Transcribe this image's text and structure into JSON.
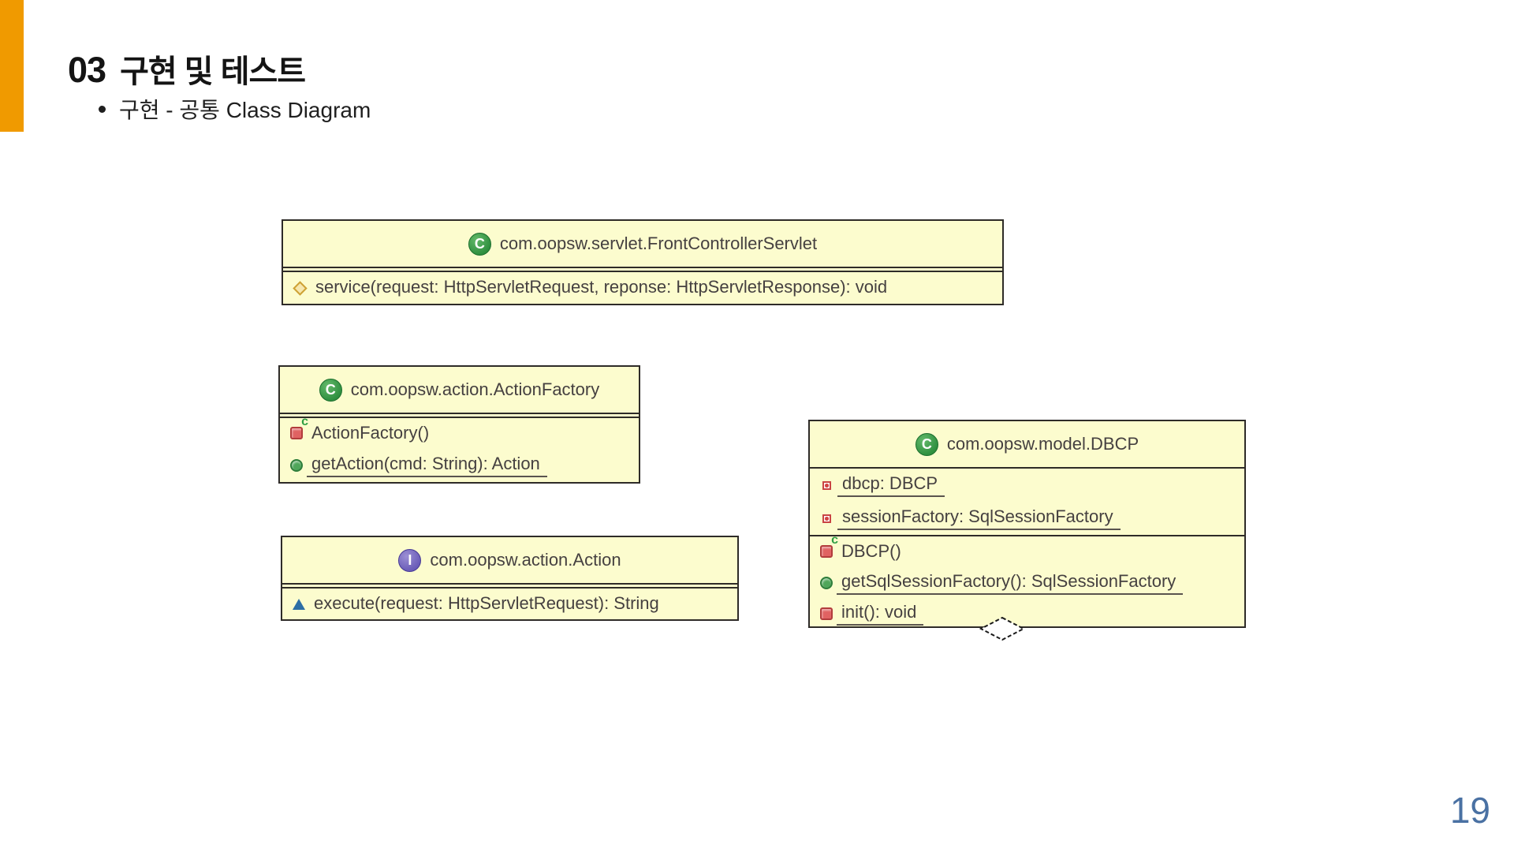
{
  "slide": {
    "section_number": "03",
    "title": "구현 및 테스트",
    "bullet_text": "구현 - 공통 Class Diagram",
    "page_number": "19",
    "accent_color": "#F09A00",
    "page_number_color": "#4a71a3"
  },
  "diagram": {
    "box_fill_color": "#FCFCCE",
    "classes": [
      {
        "id": "front-controller-servlet",
        "kind": "class",
        "icon": "class-icon",
        "icon_letter": "C",
        "name": "com.oopsw.servlet.FrontControllerServlet",
        "fields": [],
        "methods": [
          {
            "icon": "protected-method-icon",
            "label": "service(request: HttpServletRequest, reponse: HttpServletResponse): void",
            "static": false
          }
        ]
      },
      {
        "id": "action-factory",
        "kind": "class",
        "icon": "class-icon",
        "icon_letter": "C",
        "name": "com.oopsw.action.ActionFactory",
        "fields": [],
        "methods": [
          {
            "icon": "private-constructor-icon",
            "constructor_marker": "c",
            "label": "ActionFactory()",
            "static": false
          },
          {
            "icon": "public-method-icon",
            "label": "getAction(cmd: String): Action",
            "static": true
          }
        ]
      },
      {
        "id": "action-interface",
        "kind": "interface",
        "icon": "interface-icon",
        "icon_letter": "I",
        "name": "com.oopsw.action.Action",
        "fields": [],
        "methods": [
          {
            "icon": "package-method-icon",
            "label": "execute(request: HttpServletRequest): String",
            "static": false
          }
        ]
      },
      {
        "id": "dbcp",
        "kind": "class",
        "icon": "class-icon",
        "icon_letter": "C",
        "name": "com.oopsw.model.DBCP",
        "fields": [
          {
            "icon": "private-field-icon",
            "label": "dbcp: DBCP",
            "static": true
          },
          {
            "icon": "private-field-icon",
            "label": "sessionFactory: SqlSessionFactory",
            "static": true
          }
        ],
        "methods": [
          {
            "icon": "private-constructor-icon",
            "constructor_marker": "c",
            "label": "DBCP()",
            "static": false
          },
          {
            "icon": "public-method-icon",
            "label": "getSqlSessionFactory(): SqlSessionFactory",
            "static": true
          },
          {
            "icon": "private-method-icon",
            "label": "init(): void",
            "static": true
          }
        ],
        "aggregation_diamond": true
      }
    ]
  }
}
